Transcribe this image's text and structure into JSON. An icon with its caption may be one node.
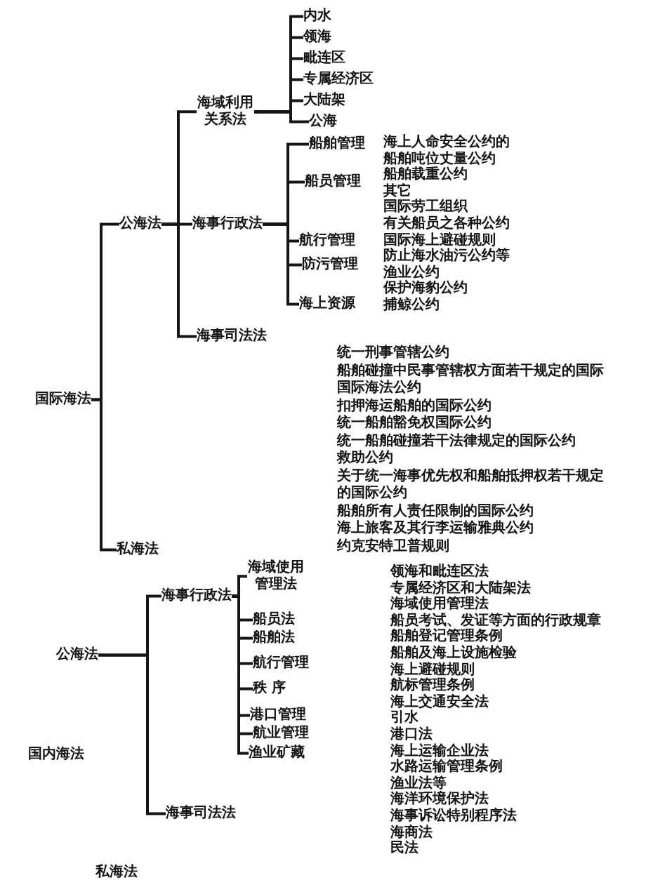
{
  "diagram": {
    "nodes": [
      {
        "text": [
          "国际海法"
        ]
      },
      {
        "text": [
          "公海法"
        ]
      },
      {
        "text": [
          "海域利用关系法"
        ]
      },
      {
        "text": [
          "内水"
        ]
      },
      {
        "text": [
          "领海"
        ]
      },
      {
        "text": [
          "毗连区"
        ]
      },
      {
        "text": [
          "专属经济区"
        ]
      },
      {
        "text": [
          "大陆架"
        ]
      },
      {
        "text": [
          "公海"
        ]
      },
      {
        "text": [
          "海事行政法"
        ]
      },
      {
        "text": [
          "船舶管理"
        ]
      },
      {
        "text": [
          "船员管理"
        ]
      },
      {
        "text": [
          "航行管理"
        ]
      },
      {
        "text": [
          "防污管理"
        ]
      },
      {
        "text": [
          "海上资源"
        ]
      },
      {
        "text": [
          "海事司法法"
        ]
      },
      {
        "text": [
          "私海法"
        ]
      },
      {
        "text": [
          "公海法"
        ]
      },
      {
        "text": [
          "海事行政法"
        ]
      },
      {
        "text": [
          "海域使用管理法"
        ]
      },
      {
        "text": [
          "船员法"
        ]
      },
      {
        "text": [
          "船舶法"
        ]
      },
      {
        "text": [
          "航行管理"
        ]
      },
      {
        "text": [
          "秩 序"
        ]
      },
      {
        "text": [
          "港口管理"
        ]
      },
      {
        "text": [
          "航业管理"
        ]
      },
      {
        "text": [
          "渔业矿藏"
        ]
      },
      {
        "text": [
          "海事司法法"
        ]
      }
    ],
    "edges": [
      {
        "from": 0,
        "to": 1,
        "arrow": "none"
      },
      {
        "from": 0,
        "to": 16,
        "arrow": "none"
      },
      {
        "from": 1,
        "to": 2,
        "arrow": "none"
      },
      {
        "from": 1,
        "to": 9,
        "arrow": "none"
      },
      {
        "from": 1,
        "to": 15,
        "arrow": "none"
      },
      {
        "from": 2,
        "to": 3,
        "arrow": "none"
      },
      {
        "from": 2,
        "to": 4,
        "arrow": "none"
      },
      {
        "from": 2,
        "to": 5,
        "arrow": "none"
      },
      {
        "from": 2,
        "to": 6,
        "arrow": "none"
      },
      {
        "from": 2,
        "to": 7,
        "arrow": "none"
      },
      {
        "from": 2,
        "to": 8,
        "arrow": "none"
      },
      {
        "from": 9,
        "to": 10,
        "arrow": "none"
      },
      {
        "from": 9,
        "to": 11,
        "arrow": "none"
      },
      {
        "from": 9,
        "to": 12,
        "arrow": "none"
      },
      {
        "from": 9,
        "to": 13,
        "arrow": "none"
      },
      {
        "from": 9,
        "to": 14,
        "arrow": "none"
      },
      {
        "from": 17,
        "to": 18,
        "arrow": "none"
      },
      {
        "from": 17,
        "to": 27,
        "arrow": "none"
      },
      {
        "from": 18,
        "to": 19,
        "arrow": "none"
      },
      {
        "from": 18,
        "to": 20,
        "arrow": "none"
      },
      {
        "from": 18,
        "to": 21,
        "arrow": "none"
      },
      {
        "from": 18,
        "to": 22,
        "arrow": "none"
      },
      {
        "from": 18,
        "to": 23,
        "arrow": "none"
      },
      {
        "from": 18,
        "to": 24,
        "arrow": "none"
      },
      {
        "from": 18,
        "to": 25,
        "arrow": "none"
      },
      {
        "from": 18,
        "to": 26,
        "arrow": "none"
      }
    ],
    "labels": [
      "海上人命安全公约的",
      "船舶吨位丈量公约",
      "船舶载重公约",
      "其它",
      "国际劳工组织",
      "有关船员之各种公约",
      "国际海上避碰规则",
      "防止海水油污公约等",
      "渔业公约",
      "保护海豹公约",
      "捕鲸公约",
      "统一刑事管辖公约",
      "船舶碰撞中民事管辖权方面若干规定的国际",
      "国际海法公约",
      "扣押海运船舶的国际公约",
      "统一船舶豁免权国际公约",
      "统一船舶碰撞若干法律规定的国际公约",
      "救助公约",
      "关于统一海事优先权和船舶抵押权若干规定的国际公约",
      "船舶所有人责任限制的国际公约",
      "海上旅客及其行李运输雅典公约",
      "约克安特卫普规则",
      "领海和毗连区法",
      "专属经济区和大陆架法",
      "海域使用管理法",
      "船员考试、发证等方面的行政规章",
      "船舶登记管理条例",
      "船舶及海上设施检验",
      "海上避碰规则",
      "航标管理条例",
      "海上交通安全法",
      "引水",
      "港口法",
      "海上运输企业法",
      "水路运输管理条例",
      "渔业法等",
      "海洋环境保护法",
      "海事诉讼特别程序法",
      "海商法",
      "民法",
      "国内海法",
      "私海法"
    ]
  }
}
